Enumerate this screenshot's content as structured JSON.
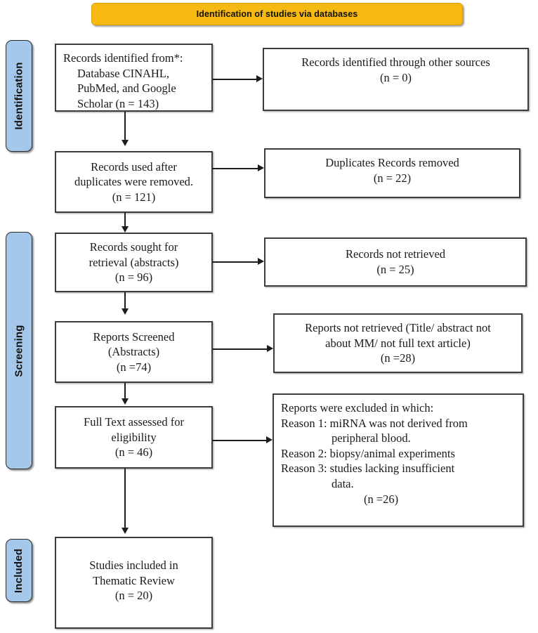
{
  "banner": {
    "label": "Identification of studies via databases"
  },
  "stages": [
    {
      "id": "identification",
      "label": "Identification"
    },
    {
      "id": "screening",
      "label": "Screening"
    },
    {
      "id": "included",
      "label": "Included"
    }
  ],
  "colors": {
    "banner_fill": "#F5B912",
    "stage_fill": "#A5C8EA",
    "box_border": "#3C3C3C",
    "connector": "#1C1C1C",
    "text": "#1A1A1A",
    "page_background": "#FFFFFF"
  },
  "boxes": {
    "records_identified": {
      "lines": [
        "Records identified from*:",
        "Database CINAHL,",
        "PubMed, and Google",
        "Scholar (n = 143)"
      ]
    },
    "other_sources": {
      "lines": [
        "Records identified through other sources",
        "(n = 0)"
      ]
    },
    "records_after_duplicates": {
      "lines": [
        "Records used after",
        "duplicates were removed.",
        "(n = 121)"
      ]
    },
    "duplicates_removed": {
      "lines": [
        "Duplicates Records removed",
        "(n = 22)"
      ]
    },
    "records_sought": {
      "lines": [
        "Records sought for",
        "retrieval (abstracts)",
        "(n = 96)"
      ]
    },
    "records_not_retrieved": {
      "lines": [
        "Records not retrieved",
        "(n = 25)"
      ]
    },
    "reports_screened": {
      "lines": [
        "Reports Screened",
        "(Abstracts)",
        "(n =74)"
      ]
    },
    "reports_not_retrieved": {
      "lines": [
        "Reports not retrieved (Title/ abstract not",
        "about MM/ not full text article)",
        "(n =28)"
      ]
    },
    "full_text_assessed": {
      "lines": [
        "Full Text assessed for",
        "eligibility",
        "(n = 46)"
      ]
    },
    "reports_excluded": {
      "lines": [
        "Reports were excluded in which:",
        "Reason 1: miRNA was not derived from",
        "peripheral blood.",
        "Reason 2: biopsy/animal experiments",
        "Reason 3: studies lacking insufficient",
        "data.",
        "(n =26)"
      ]
    },
    "studies_included": {
      "lines": [
        "Studies included in",
        "Thematic Review",
        "(n = 20)"
      ]
    }
  }
}
